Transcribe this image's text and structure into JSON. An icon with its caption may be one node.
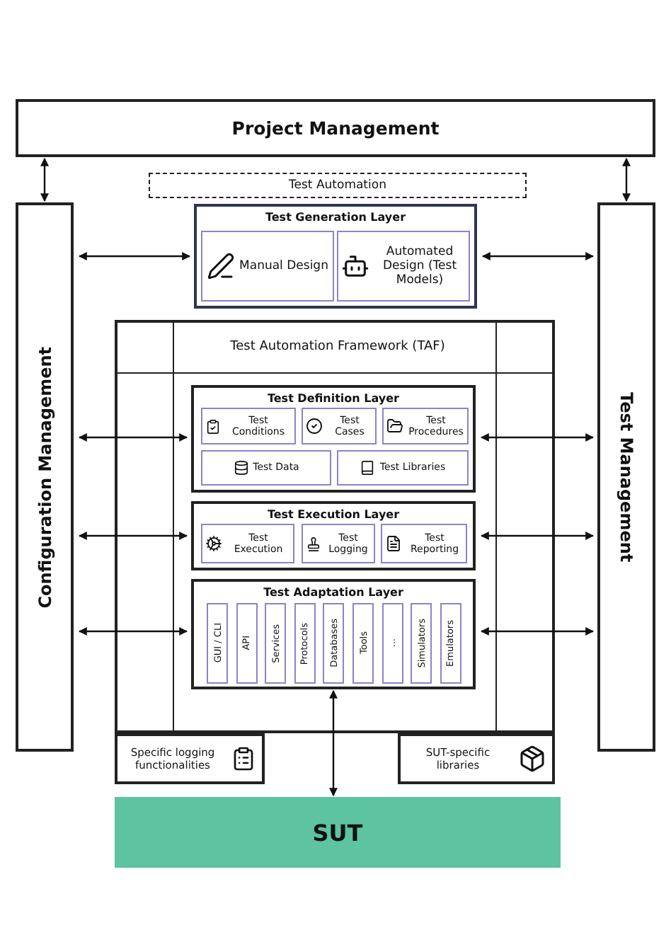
{
  "diagram": {
    "nodes": [
      {
        "text": [
          "Project Management"
        ]
      },
      {
        "text": [
          "Test Automation"
        ]
      },
      {
        "text": [
          "Configuration Management"
        ]
      },
      {
        "text": [
          "Test Management"
        ]
      },
      {
        "text": [
          "Test Generation Layer"
        ]
      },
      {
        "text": [
          "Manual Design"
        ],
        "in": 4
      },
      {
        "text": [
          "Automated Design (Test Models)"
        ],
        "in": 4
      },
      {
        "text": [
          "Test Automation Framework (TAF)"
        ]
      },
      {
        "text": [
          "Test Definition Layer"
        ],
        "in": 7
      },
      {
        "text": [
          "Test Conditions"
        ],
        "in": 8
      },
      {
        "text": [
          "Test Cases"
        ],
        "in": 8
      },
      {
        "text": [
          "Test Procedures"
        ],
        "in": 8
      },
      {
        "text": [
          "Test Data"
        ],
        "in": 8
      },
      {
        "text": [
          "Test Libraries"
        ],
        "in": 8
      },
      {
        "text": [
          "Test Execution Layer"
        ],
        "in": 7
      },
      {
        "text": [
          "Test Execution"
        ],
        "in": 14
      },
      {
        "text": [
          "Test Logging"
        ],
        "in": 14
      },
      {
        "text": [
          "Test Reporting"
        ],
        "in": 14
      },
      {
        "text": [
          "Test Adaptation Layer"
        ],
        "in": 7
      },
      {
        "text": [
          "GUI / CLI"
        ],
        "in": 18
      },
      {
        "text": [
          "API"
        ],
        "in": 18
      },
      {
        "text": [
          "Services"
        ],
        "in": 18
      },
      {
        "text": [
          "Protocols"
        ],
        "in": 18
      },
      {
        "text": [
          "Databases"
        ],
        "in": 18
      },
      {
        "text": [
          "Tools"
        ],
        "in": 18
      },
      {
        "text": [
          "..."
        ],
        "in": 18
      },
      {
        "text": [
          "Simulators"
        ],
        "in": 18
      },
      {
        "text": [
          "Emulators"
        ],
        "in": 18
      },
      {
        "text": [
          "Specific logging functionalities"
        ]
      },
      {
        "text": [
          "SUT-specific libraries"
        ]
      },
      {
        "text": [
          "SUT"
        ]
      }
    ],
    "edges": [
      {
        "from": 0,
        "to": 2,
        "arrow": "both"
      },
      {
        "from": 0,
        "to": 3,
        "arrow": "both"
      },
      {
        "from": 2,
        "to": 4,
        "arrow": "both"
      },
      {
        "from": 4,
        "to": 3,
        "arrow": "both"
      },
      {
        "from": 2,
        "to": 8,
        "arrow": "both"
      },
      {
        "from": 8,
        "to": 3,
        "arrow": "both"
      },
      {
        "from": 2,
        "to": 14,
        "arrow": "both"
      },
      {
        "from": 14,
        "to": 3,
        "arrow": "both"
      },
      {
        "from": 2,
        "to": 18,
        "arrow": "both"
      },
      {
        "from": 18,
        "to": 3,
        "arrow": "both"
      },
      {
        "from": 18,
        "to": 30,
        "arrow": "both"
      }
    ]
  }
}
